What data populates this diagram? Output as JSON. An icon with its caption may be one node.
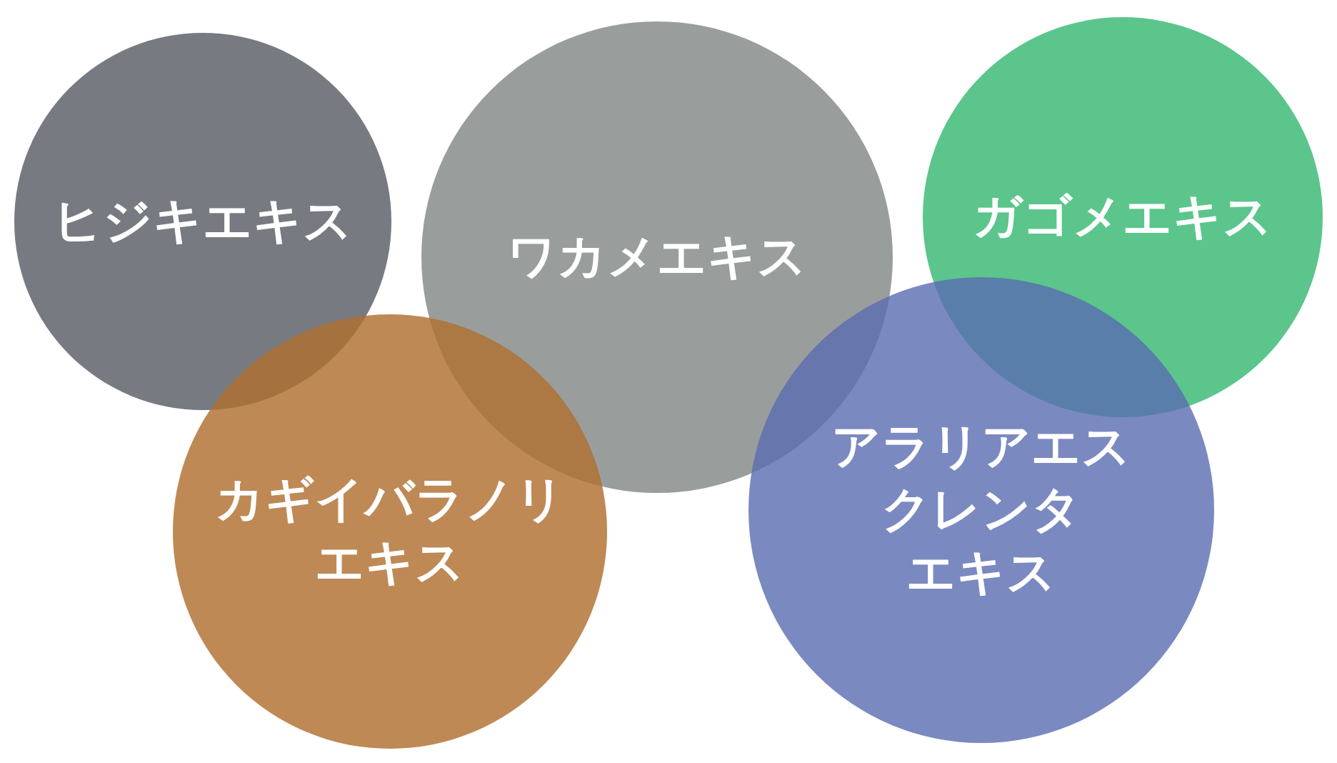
{
  "diagram": {
    "nodes": [
      {
        "text": [
          "ヒジキエキス"
        ]
      },
      {
        "text": [
          "ワカメエキス"
        ]
      },
      {
        "text": [
          "ガゴメエキス"
        ]
      },
      {
        "text": [
          "カギイバラノリエキス"
        ]
      },
      {
        "text": [
          "アラリアエスクレンタエキス"
        ]
      }
    ]
  }
}
